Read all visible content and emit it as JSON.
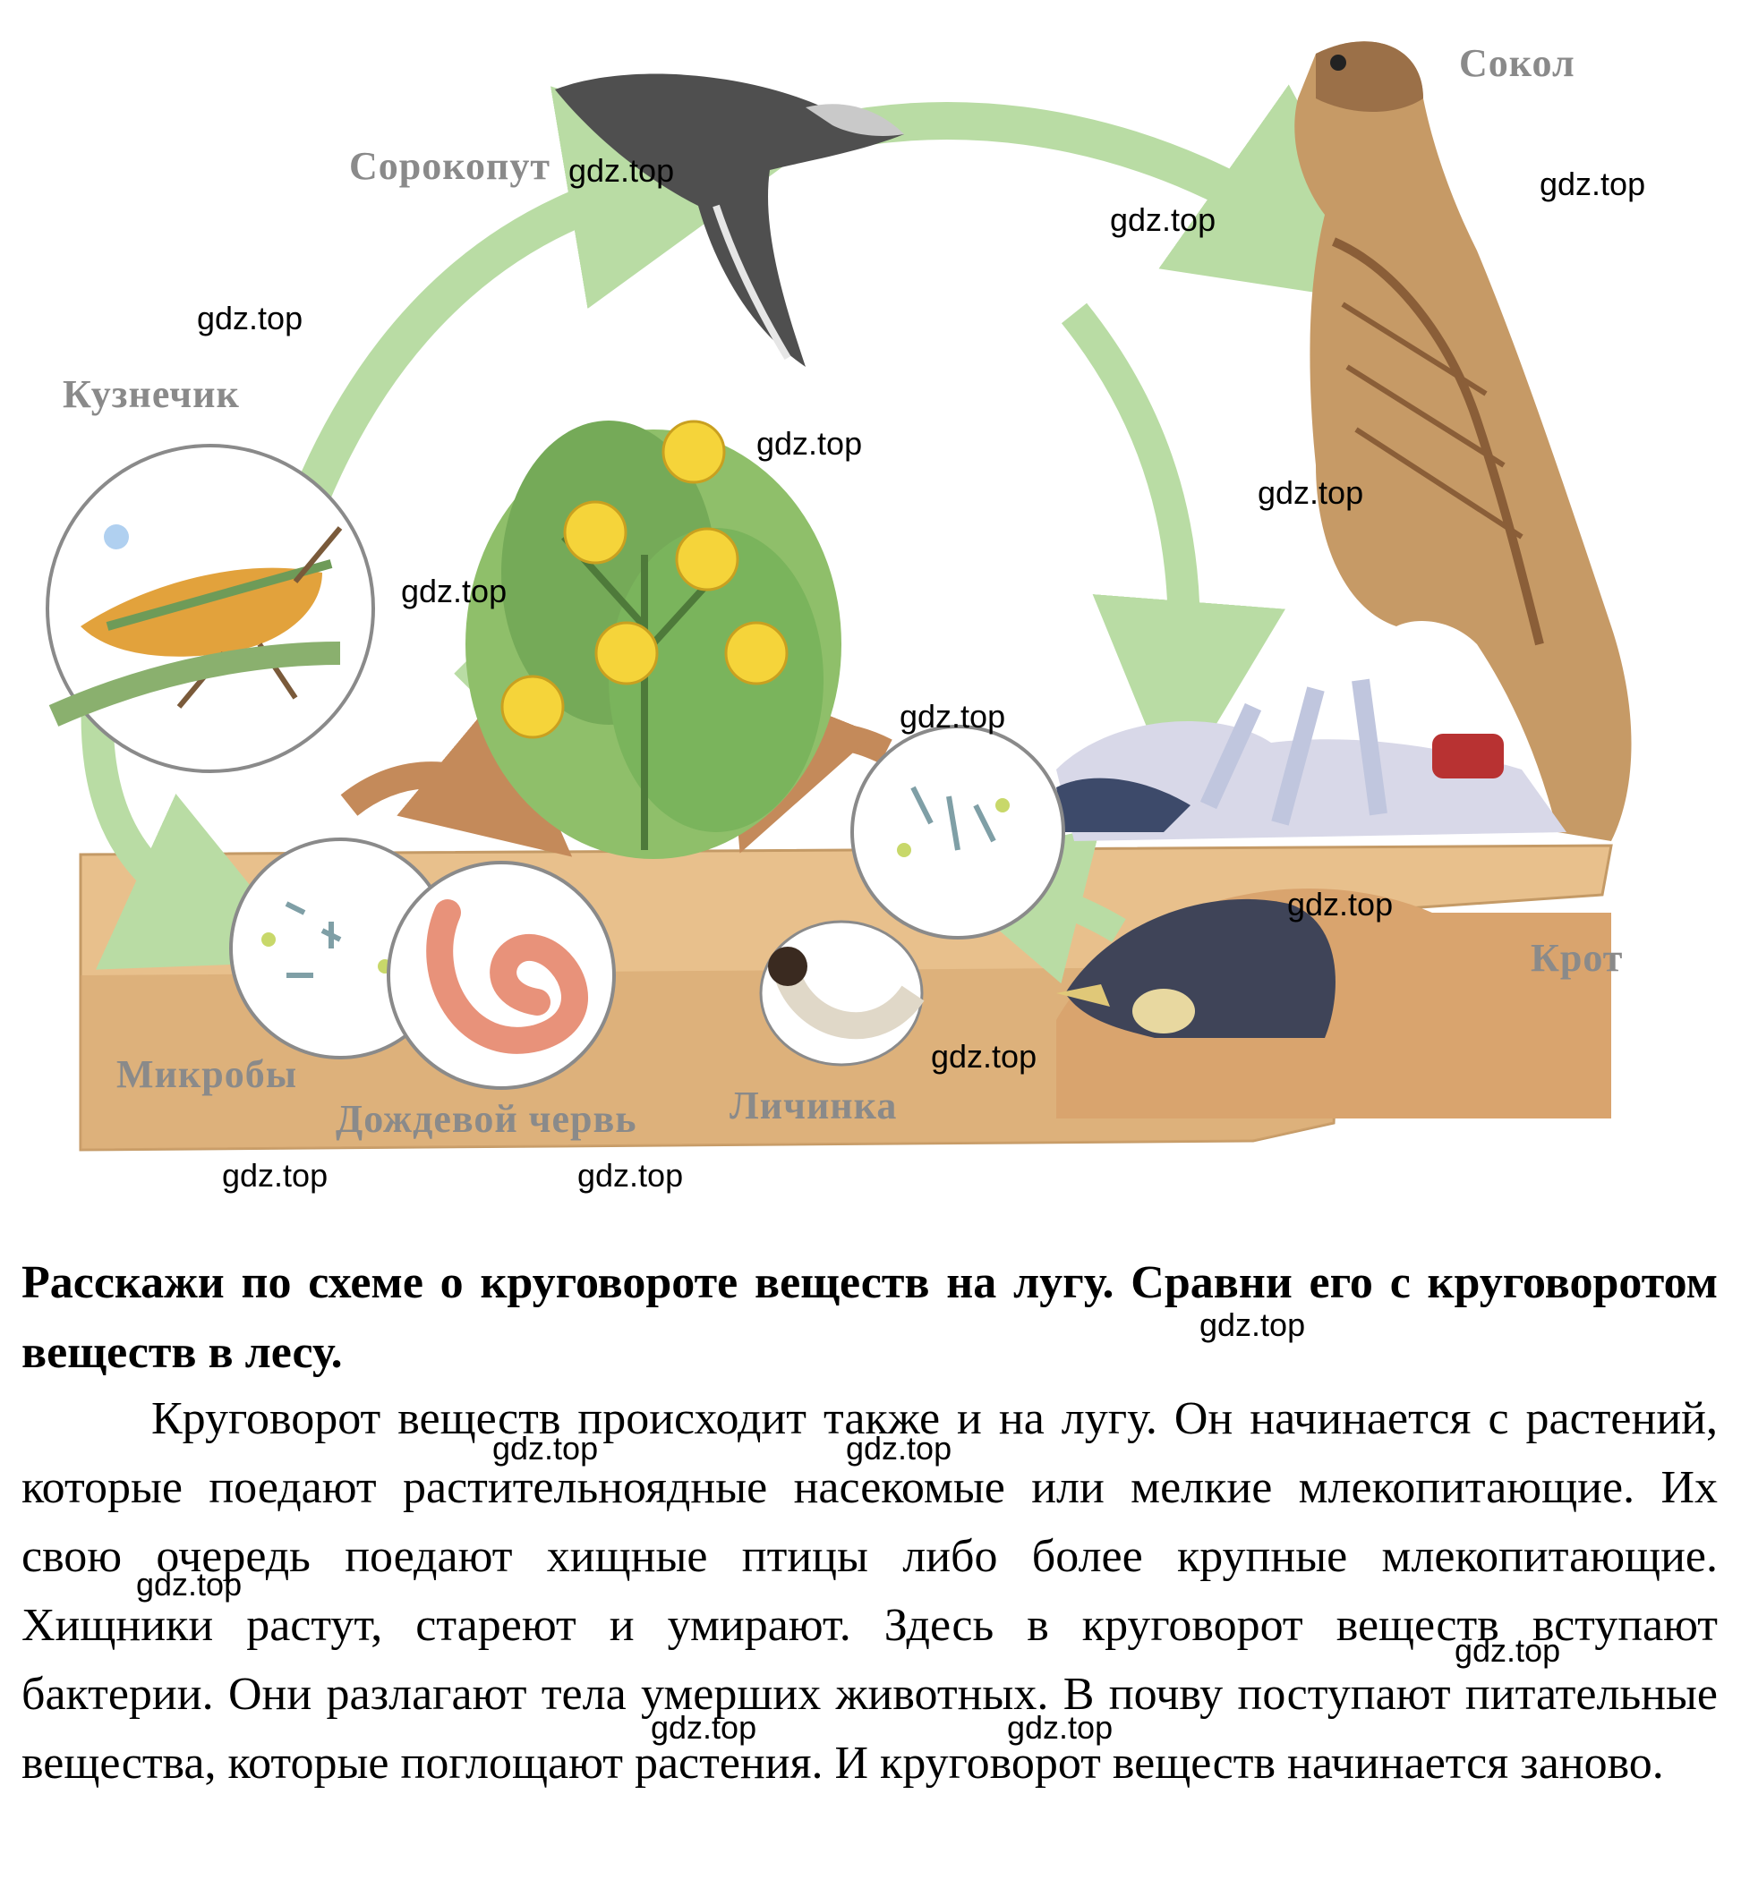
{
  "diagram": {
    "labels": {
      "shrike": "Сорокопут",
      "falcon": "Сокол",
      "grasshopper": "Кузнечик",
      "mole": "Крот",
      "microbes": "Микробы",
      "earthworm": "Дождевой червь",
      "larva": "Личинка"
    },
    "watermark": "gdz.top"
  },
  "text": {
    "question": "Расскажи по схеме о круговороте веществ на лугу. Сравни его с круговоротом веществ в лесу.",
    "answer": "Круговорот веществ происходит также и на лугу. Он начинается с растений, которые поедают растительноядные насекомые или мелкие млекопитающие. Их свою очередь поедают хищные птицы либо более крупные млекопитающие. Хищники растут, стареют и умирают. Здесь в круговорот веществ вступают бактерии. Они разлагают тела умерших животных. В почву поступают питательные вещества, которые поглощают растения. И круговорот веществ начинается заново."
  },
  "colors": {
    "arrow": "#b9dca4",
    "soil": "#e8c08c",
    "label": "#8a8a8a"
  }
}
